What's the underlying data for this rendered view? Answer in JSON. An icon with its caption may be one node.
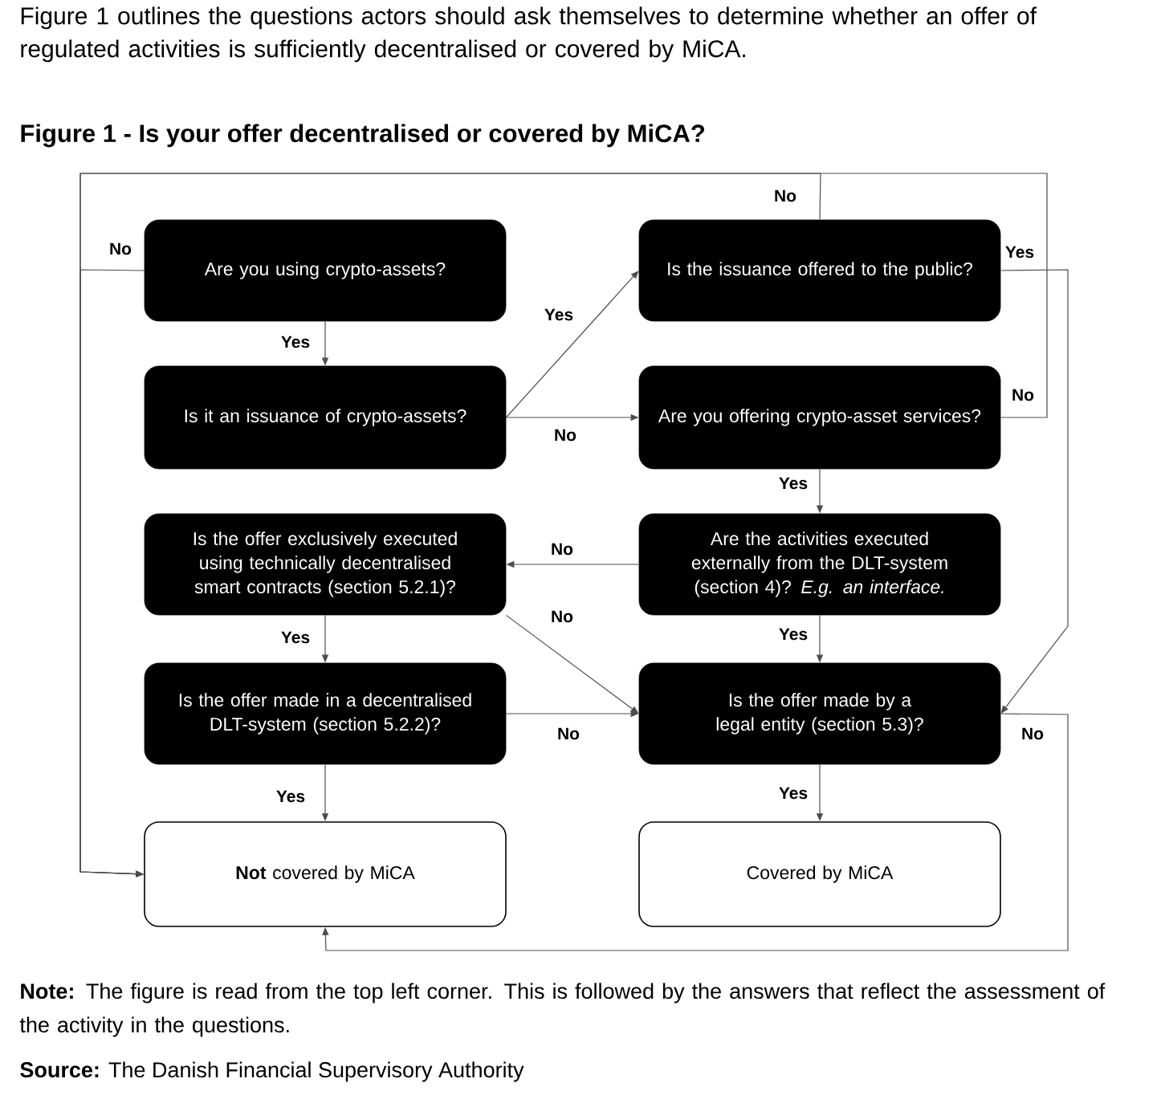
{
  "diagram": {
    "title": "Figure 1 - Is your offer decentralised or covered by MiCA?",
    "nodes": [
      {
        "text": [
          "Are you using crypto-assets?"
        ]
      },
      {
        "text": [
          "Is it an issuance of crypto-assets?"
        ]
      },
      {
        "text": [
          "Is the issuance offered to the public?"
        ]
      },
      {
        "text": [
          "Are you offering crypto-asset services?"
        ]
      },
      {
        "text": [
          "Is the offer exclusively executed using technically decentralised smart contracts (section 5.2.1)?"
        ]
      },
      {
        "text": [
          "Are the activities executed externally from the DLT-system (section 4)? *E.g. an interface.*"
        ]
      },
      {
        "text": [
          "Is the offer made in a decentralised DLT-system (section 5.2.2)?"
        ]
      },
      {
        "text": [
          "Is the offer made by a legal entity (section 5.3)?"
        ]
      },
      {
        "text": [
          "**Not** covered by MiCA"
        ]
      },
      {
        "text": [
          "Covered by MiCA"
        ]
      }
    ],
    "edges": [
      {
        "from": 0,
        "to": 1,
        "arrow": "to",
        "label": "Yes"
      },
      {
        "from": 0,
        "to": 8,
        "arrow": "to",
        "label": "No"
      },
      {
        "from": 1,
        "to": 2,
        "arrow": "to",
        "label": "Yes"
      },
      {
        "from": 1,
        "to": 3,
        "arrow": "to",
        "label": "No"
      },
      {
        "from": 2,
        "to": 8,
        "arrow": "to",
        "label": "No"
      },
      {
        "from": 2,
        "to": 7,
        "arrow": "to",
        "label": "Yes"
      },
      {
        "from": 3,
        "to": 8,
        "arrow": "to",
        "label": "No"
      },
      {
        "from": 3,
        "to": 5,
        "arrow": "to",
        "label": "Yes"
      },
      {
        "from": 5,
        "to": 4,
        "arrow": "to",
        "label": "No"
      },
      {
        "from": 5,
        "to": 7,
        "arrow": "to",
        "label": "Yes"
      },
      {
        "from": 4,
        "to": 7,
        "arrow": "to",
        "label": "No"
      },
      {
        "from": 4,
        "to": 6,
        "arrow": "to",
        "label": "Yes"
      },
      {
        "from": 6,
        "to": 7,
        "arrow": "to",
        "label": "No"
      },
      {
        "from": 6,
        "to": 8,
        "arrow": "to",
        "label": "Yes"
      },
      {
        "from": 7,
        "to": 9,
        "arrow": "to",
        "label": "Yes"
      },
      {
        "from": 7,
        "to": 8,
        "arrow": "to",
        "label": "No"
      }
    ],
    "labels": [
      "Figure 1 outlines the questions actors should ask themselves to determine whether an offer of regulated activities is sufficiently decentralised or covered by MiCA.",
      "**Note:** The figure is read from the top left corner. This is followed by the answers that reflect the assessment of the activity in the questions.",
      "**Source:** The Danish Financial Supervisory Authority"
    ]
  }
}
